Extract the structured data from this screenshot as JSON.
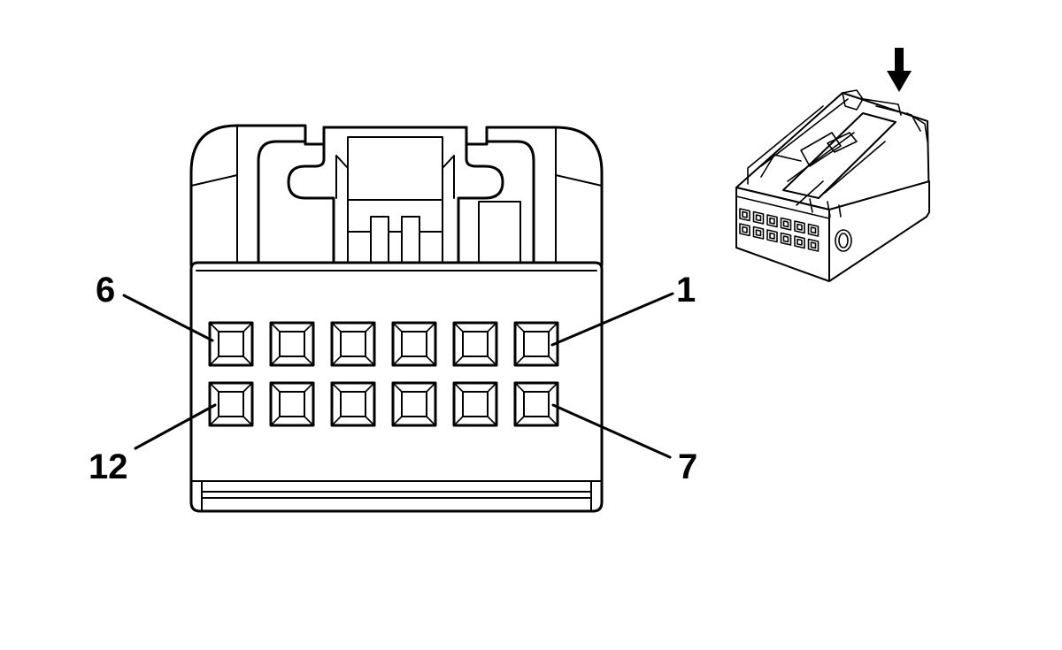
{
  "pin_labels": {
    "top_left": "6",
    "top_right": "1",
    "bottom_left": "12",
    "bottom_right": "7"
  },
  "pins": {
    "rows": 2,
    "columns": 6,
    "count": 12
  },
  "icons": {
    "arrow": "down-arrow-icon",
    "thumbnail": "connector-perspective-thumbnail"
  },
  "colors": {
    "line": "#000000",
    "background": "#ffffff"
  }
}
